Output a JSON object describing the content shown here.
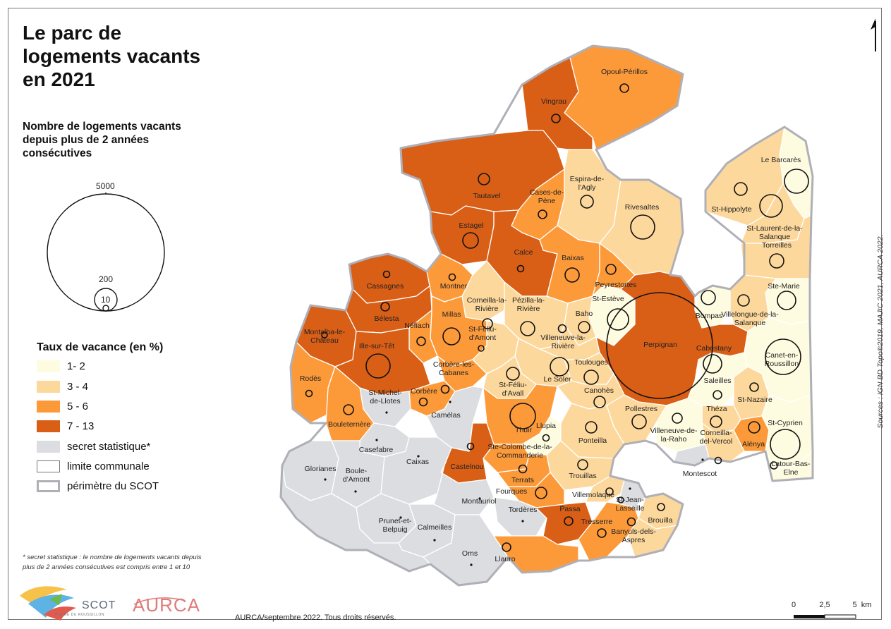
{
  "title": [
    "Le parc de",
    "logements vacants",
    "en 2021"
  ],
  "subtitle": [
    "Nombre de logements vacants",
    "depuis plus de 2 années",
    "consécutives"
  ],
  "size_legend": {
    "labels": [
      "5000",
      "200",
      "10"
    ],
    "values": [
      5000,
      200,
      10
    ]
  },
  "rate_legend": {
    "title": "Taux de vacance (en %)",
    "classes": [
      {
        "label": "1- 2",
        "color": "#FEFCE0"
      },
      {
        "label": "3 - 4",
        "color": "#FDD89C"
      },
      {
        "label": "5 - 6",
        "color": "#FC9A3A"
      },
      {
        "label": "7 - 13",
        "color": "#D95F17"
      },
      {
        "label": "secret statistique*",
        "color": "#DCDDE0"
      },
      {
        "label": "limite communale",
        "color": "#FFFFFF"
      },
      {
        "label": "périmètre du SCOT",
        "color": "#FFFFFF"
      }
    ]
  },
  "footnote": [
    "* secret statistique : le nombre de logements vacants depuis",
    "plus de 2 années consécutives est compris entre 1 et 10"
  ],
  "credit": "AURCA/septembre 2022. Tous droits réservés.",
  "sources": "Sources : IGN BD Topo®2019, MAJIC 2021, AURCA 2022.",
  "scale": {
    "labels": [
      "0",
      "2,5",
      "5  km"
    ]
  },
  "logos": {
    "scot": "SCOT",
    "scot_sub": "PLAINE DU ROUSSILLON",
    "aurca": "AURCA"
  },
  "municipalities": [
    {
      "name": "Opoul-Périllos"
    },
    {
      "name": "Vingrau"
    },
    {
      "name": "Tautavel"
    },
    {
      "name": "Cases-de-Pène"
    },
    {
      "name": "Espira-de-l'Agly"
    },
    {
      "name": "Rivesaltes"
    },
    {
      "name": "Estagel"
    },
    {
      "name": "Calce"
    },
    {
      "name": "Baixas"
    },
    {
      "name": "Peyrestortes"
    },
    {
      "name": "Le Barcarès"
    },
    {
      "name": "St-Hippolyte"
    },
    {
      "name": "St-Laurent-de-la-Salanque"
    },
    {
      "name": "Torreilles"
    },
    {
      "name": "Ste-Marie"
    },
    {
      "name": "Cassagnes"
    },
    {
      "name": "Bélesta"
    },
    {
      "name": "Montner"
    },
    {
      "name": "Corneilla-la-Rivière"
    },
    {
      "name": "Pézilla-la-Rivière"
    },
    {
      "name": "St-Estève"
    },
    {
      "name": "Baho"
    },
    {
      "name": "Bompas"
    },
    {
      "name": "Villelongue-de-la-Salanque"
    },
    {
      "name": "Millas"
    },
    {
      "name": "Néfiach"
    },
    {
      "name": "Montalba-le-Château"
    },
    {
      "name": "Ille-sur-Têt"
    },
    {
      "name": "Villeneuve-la-Rivière"
    },
    {
      "name": "Perpignan"
    },
    {
      "name": "Cabestany"
    },
    {
      "name": "Canet-en-Roussillon"
    },
    {
      "name": "St-Féliu-d'Amont"
    },
    {
      "name": "Corbère-les-Cabanes"
    },
    {
      "name": "Toulouges"
    },
    {
      "name": "Le Soler"
    },
    {
      "name": "Rodès"
    },
    {
      "name": "St-Michel-de-Llotes"
    },
    {
      "name": "Corbère"
    },
    {
      "name": "St-Féliu-d'Avall"
    },
    {
      "name": "Canohès"
    },
    {
      "name": "Saleilles"
    },
    {
      "name": "St-Nazaire"
    },
    {
      "name": "Bouleternère"
    },
    {
      "name": "Camélas"
    },
    {
      "name": "Thuir"
    },
    {
      "name": "Llupia"
    },
    {
      "name": "Pollestres"
    },
    {
      "name": "Théza"
    },
    {
      "name": "Alénya"
    },
    {
      "name": "St-Cyprien"
    },
    {
      "name": "Casefabre"
    },
    {
      "name": "Ponteilla"
    },
    {
      "name": "Villeneuve-de-la-Raho"
    },
    {
      "name": "Corneilla-del-Vercol"
    },
    {
      "name": "Glorianes"
    },
    {
      "name": "Boule-d'Amont"
    },
    {
      "name": "Caixas"
    },
    {
      "name": "Ste-Colombe-de-la-Commanderie"
    },
    {
      "name": "Castelnou"
    },
    {
      "name": "Montescot"
    },
    {
      "name": "Latour-Bas-Elne"
    },
    {
      "name": "Terrats"
    },
    {
      "name": "Trouillas"
    },
    {
      "name": "Fourques"
    },
    {
      "name": "Villemolaque"
    },
    {
      "name": "St-Jean-Lasseille"
    },
    {
      "name": "Montauriol"
    },
    {
      "name": "Prunet-et-Belpuig"
    },
    {
      "name": "Tordères"
    },
    {
      "name": "Passa"
    },
    {
      "name": "Brouilla"
    },
    {
      "name": "Calmeilles"
    },
    {
      "name": "Tresserre"
    },
    {
      "name": "Banyuls-dels-Aspres"
    },
    {
      "name": "Oms"
    },
    {
      "name": "Llauro"
    }
  ]
}
